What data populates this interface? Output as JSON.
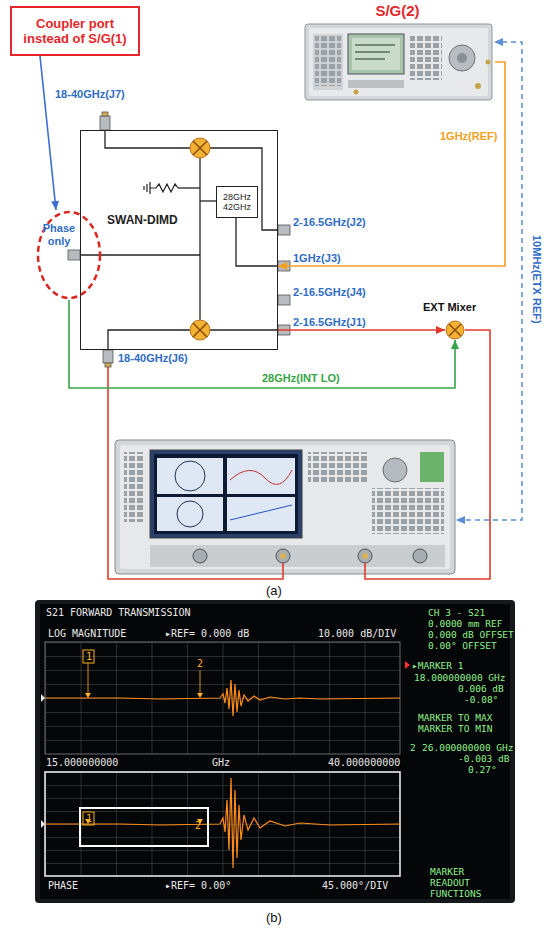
{
  "diagram": {
    "nodes": [
      {
        "text": [
          "Coupler port instead of S/G(1)"
        ]
      },
      {
        "text": [
          "Phase only"
        ]
      },
      {
        "text": [
          "S/G(2)"
        ]
      },
      {
        "text": [
          "SWAN-DIMD"
        ]
      },
      {
        "text": [
          "28GHz 42GHz"
        ],
        "in": 3
      },
      {
        "text": [
          "EXT Mixer"
        ]
      }
    ],
    "edges": [
      {
        "from": 0,
        "to": 1,
        "arrow": "to"
      },
      {
        "from": 2,
        "to": 3,
        "label": "1GHz(REF)",
        "arrow": "to"
      },
      {
        "from": 1,
        "to": 5,
        "label": "28GHz(INT LO)",
        "arrow": "to"
      },
      {
        "from": 3,
        "to": 5,
        "arrow": "to"
      }
    ],
    "labels": [
      "18-40GHz(J7)",
      "2-16.5GHz(J2)",
      "1GHz(J3)",
      "2-16.5GHz(J4)",
      "2-16.5GHz(J1)",
      "18-40GHz(J6)",
      "10MHz(ETX REF)",
      "(a)",
      "S21 FORWARD TRANSMISSION",
      "LOG MAGNITUDE",
      "▸REF= 0.000 dB",
      "10.000 dB/DIV",
      "1",
      "2",
      "15.000000000",
      "GHz",
      "40.000000000",
      "1",
      "2",
      "PHASE",
      "▸REF= 0.00°",
      "45.000°/DIV",
      "CH 3 - S21",
      "0.0000 mm REF",
      "0.000 dB OFFSET",
      "0.00° OFFSET",
      "▸MARKER 1",
      "18.000000000 GHz",
      "0.006 dB",
      "-0.08°",
      "MARKER TO MAX",
      "MARKER TO MIN",
      "2",
      "26.000000000 GHz",
      "-0.003 dB",
      "0.27°",
      "MARKER READOUT FUNCTIONS",
      "(b)"
    ]
  }
}
